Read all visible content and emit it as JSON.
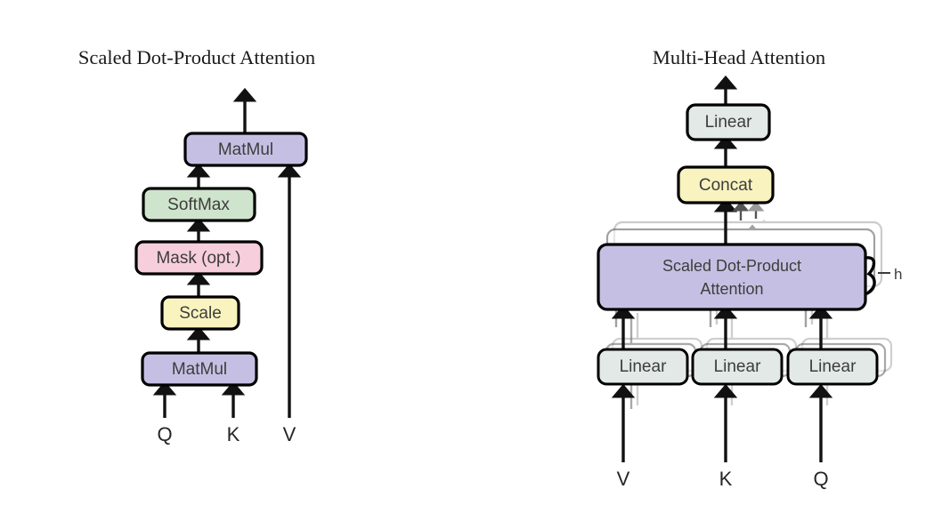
{
  "figure": {
    "left": {
      "title": "Scaled Dot-Product Attention",
      "blocks": [
        {
          "label": "MatMul",
          "color": "#c5c0e3",
          "role": "output-matmul"
        },
        {
          "label": "SoftMax",
          "color": "#cfe4cc",
          "role": "softmax"
        },
        {
          "label": "Mask (opt.)",
          "color": "#f7cedc",
          "role": "mask"
        },
        {
          "label": "Scale",
          "color": "#f9f3c0",
          "role": "scale"
        },
        {
          "label": "MatMul",
          "color": "#c5c0e3",
          "role": "qk-matmul"
        }
      ],
      "inputs": [
        {
          "label": "Q"
        },
        {
          "label": "K"
        },
        {
          "label": "V"
        }
      ]
    },
    "right": {
      "title": "Multi-Head Attention",
      "blocks": [
        {
          "label": "Linear",
          "color": "#e2e9e6",
          "role": "output-linear"
        },
        {
          "label": "Concat",
          "color": "#f9f3c0",
          "role": "concat"
        },
        {
          "label": "Scaled Dot-Product\nAttention",
          "line1": "Scaled Dot-Product",
          "line2": "Attention",
          "color": "#c5c0e3",
          "role": "attention-stack"
        },
        {
          "label": "Linear",
          "color": "#e2e9e6",
          "role": "linear-v"
        },
        {
          "label": "Linear",
          "color": "#e2e9e6",
          "role": "linear-k"
        },
        {
          "label": "Linear",
          "color": "#e2e9e6",
          "role": "linear-q"
        }
      ],
      "heads_label": "h",
      "inputs": [
        {
          "label": "V"
        },
        {
          "label": "K"
        },
        {
          "label": "Q"
        }
      ]
    }
  },
  "colors": {
    "purple": "#c5c0e3",
    "green": "#cfe4cc",
    "pink": "#f7cedc",
    "yellow": "#f9f3c0",
    "gray": "#e2e9e6",
    "stroke": "#000000",
    "text": "#3d3d3d",
    "background": "#ffffff"
  }
}
